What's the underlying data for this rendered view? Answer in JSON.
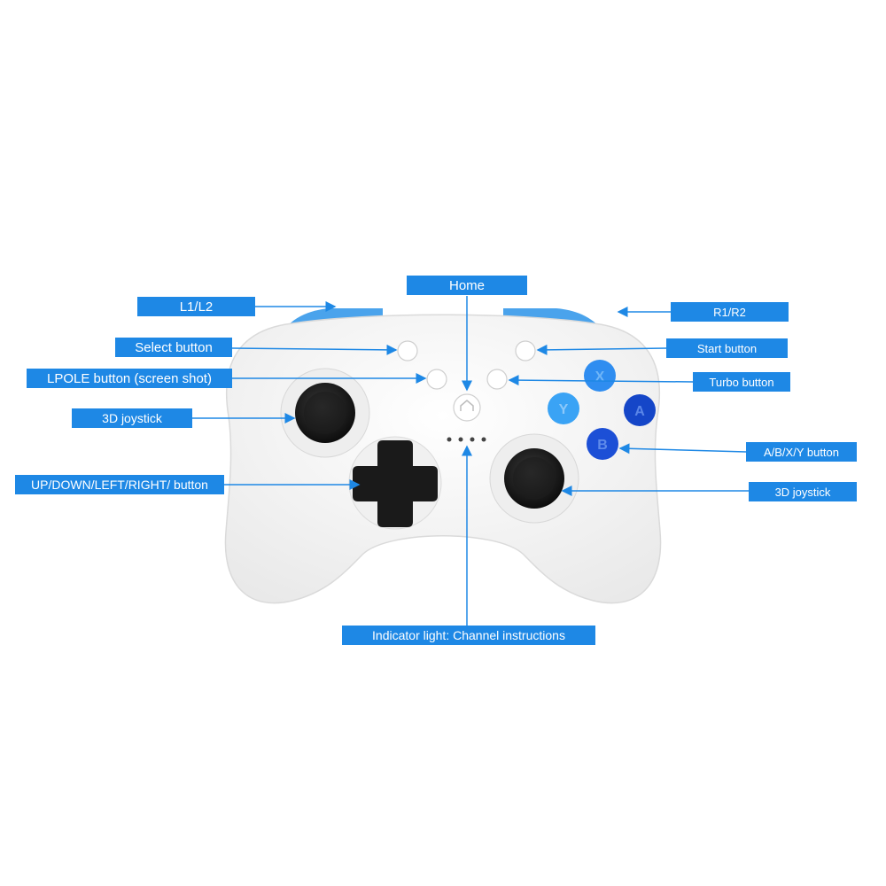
{
  "colors": {
    "label_bg": "#1e88e5",
    "label_text": "#ffffff",
    "arrow": "#1e88e5",
    "controller_body": "#f7f7f7",
    "shoulder": "#4aa3ec",
    "stick": "#151515",
    "dpad": "#1a1a1a",
    "btn_x": "#2f8df0",
    "btn_y": "#3aa3f5",
    "btn_a": "#1546c8",
    "btn_b": "#1c4fd6"
  },
  "labels": {
    "home": "Home",
    "l1l2": "L1/L2",
    "r1r2": "R1/R2",
    "select": "Select button",
    "start": "Start button",
    "lpole": "LPOLE button (screen shot)",
    "turbo": "Turbo button",
    "joystick_left": "3D joystick",
    "abxy": "A/B/X/Y button",
    "dpad": "UP/DOWN/LEFT/RIGHT/ button",
    "joystick_right": "3D joystick",
    "indicator": "Indicator light: Channel instructions"
  },
  "face_buttons": {
    "x": "X",
    "y": "Y",
    "a": "A",
    "b": "B"
  }
}
